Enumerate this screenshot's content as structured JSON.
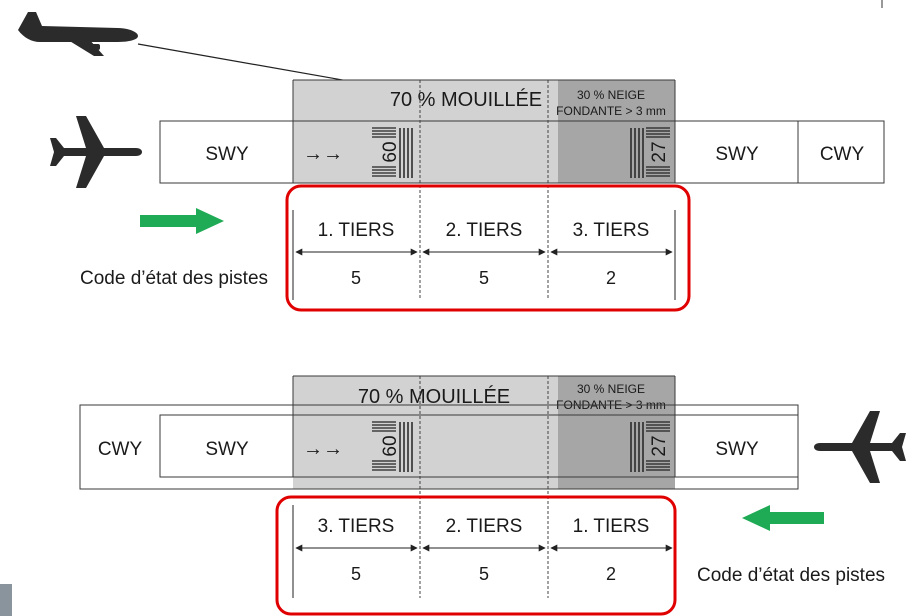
{
  "panels": [
    {
      "left_zone_1": "SWY",
      "right_zone_1": "SWY",
      "right_zone_2": "CWY",
      "wet_label": "70 % MOUILLÉE",
      "slush_label_1": "30 % NEIGE",
      "slush_label_2": "FONDANTE > 3 mm",
      "threshold_left": "60",
      "threshold_right": "27",
      "direction_arrows": "→→",
      "thirds": [
        "1. TIERS",
        "2. TIERS",
        "3. TIERS"
      ],
      "codes": [
        "5",
        "5",
        "2"
      ],
      "caption": "Code d’état des pistes",
      "aircraft_side": "left",
      "arrow_direction": "right"
    },
    {
      "left_zone_1": "CWY",
      "left_zone_2": "SWY",
      "right_zone_1": "SWY",
      "wet_label": "70 % MOUILLÉE",
      "slush_label_1": "30 % NEIGE",
      "slush_label_2": "FONDANTE > 3 mm",
      "threshold_left": "60",
      "threshold_right": "27",
      "direction_arrows": "→→",
      "thirds": [
        "3. TIERS",
        "2. TIERS",
        "1. TIERS"
      ],
      "codes": [
        "5",
        "5",
        "2"
      ],
      "caption": "Code d’état des pistes",
      "aircraft_side": "right",
      "arrow_direction": "left"
    }
  ],
  "colors": {
    "wet": "#d2d2d2",
    "slush": "#a6a6a6",
    "outline": "#3a3a3a",
    "highlight": "#e00000",
    "green_arrow": "#1faa55",
    "aircraft": "#2b2b2b"
  },
  "icons": [
    "airliner-side-icon",
    "airplane-topview-icon",
    "green-arrow-icon"
  ]
}
